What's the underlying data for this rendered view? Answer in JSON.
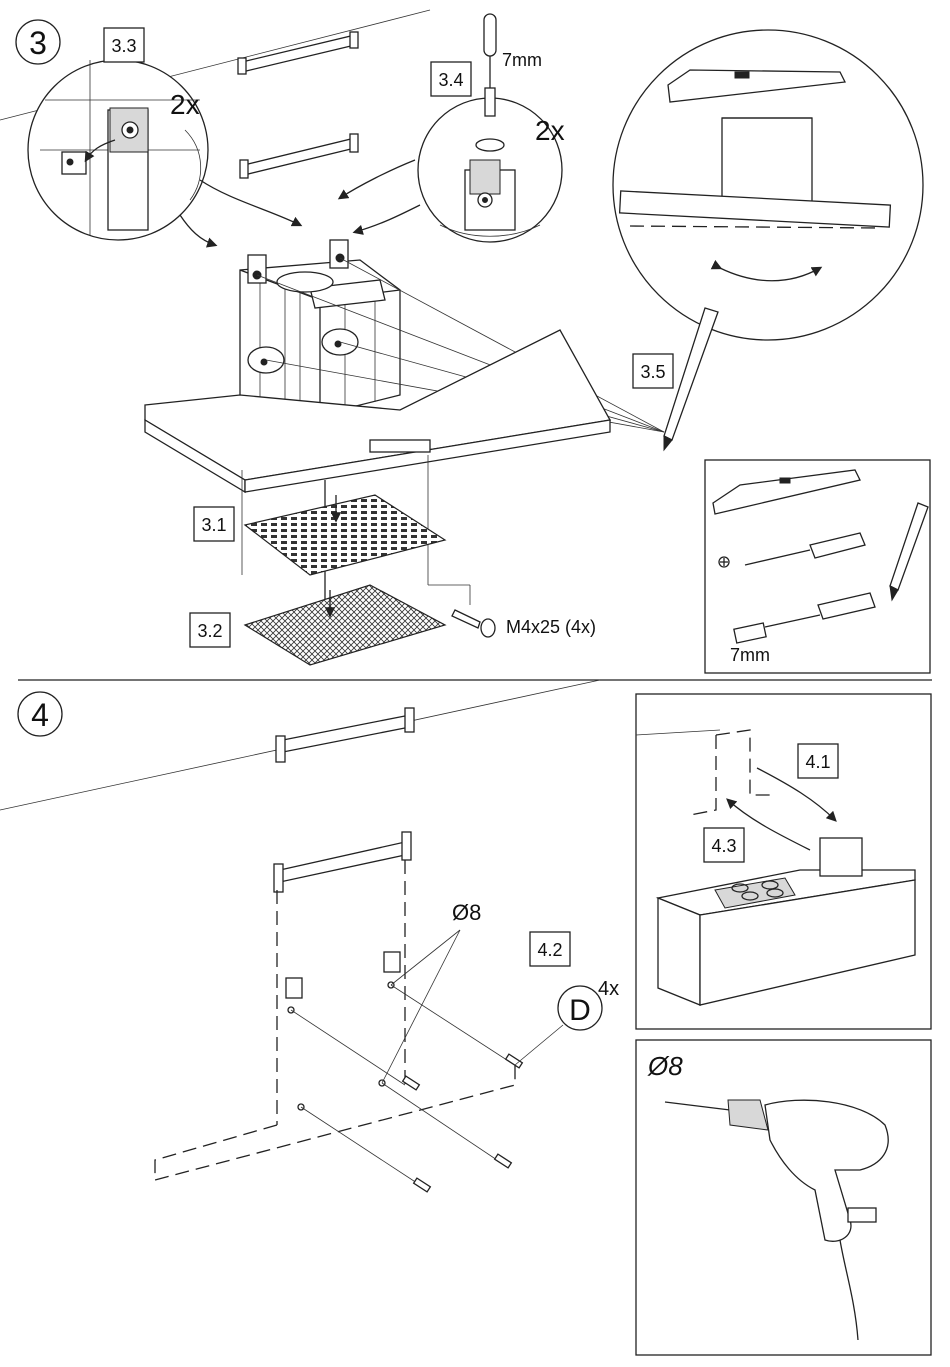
{
  "steps": {
    "step3": {
      "number": "3",
      "labels": {
        "s3_1": "3.1",
        "s3_2": "3.2",
        "s3_3": "3.3",
        "s3_4": "3.4",
        "s3_5": "3.5"
      },
      "detail_3_3_qty": "2x",
      "detail_3_4_qty": "2x",
      "detail_3_4_socket": "7mm",
      "screws": "M4x25 (4x)",
      "tools_socket": "7mm"
    },
    "step4": {
      "number": "4",
      "labels": {
        "s4_1": "4.1",
        "s4_2": "4.2",
        "s4_3": "4.3"
      },
      "drill_size": "Ø8",
      "dowel_letter": "D",
      "dowel_qty": "4x",
      "drill_panel_size": "Ø8"
    }
  },
  "icons": [
    "screwdriver-icon",
    "socket-driver-icon",
    "spirit-level-icon",
    "pencil-icon",
    "drill-icon",
    "screw-icon",
    "rotate-arrow-icon"
  ]
}
